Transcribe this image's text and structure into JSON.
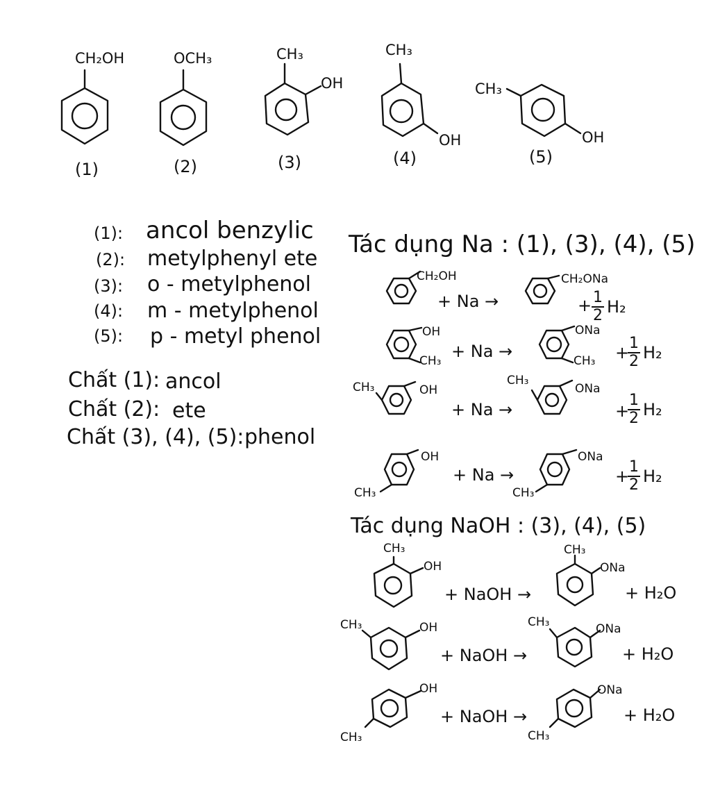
{
  "structures": {
    "s1": {
      "sub": "CH₂OH",
      "num": "(1)"
    },
    "s2": {
      "sub": "OCH₃",
      "num": "(2)"
    },
    "s3": {
      "sub1": "CH₃",
      "sub2": "OH",
      "num": "(3)"
    },
    "s4": {
      "sub1": "CH₃",
      "sub2": "OH",
      "num": "(4)"
    },
    "s5": {
      "sub1": "CH₃",
      "sub2": "OH",
      "num": "(5)"
    }
  },
  "names": [
    {
      "num": "(1):",
      "text": "ancol benzylic"
    },
    {
      "num": "(2):",
      "text": "metylphenyl ete"
    },
    {
      "num": "(3):",
      "text": "o - metylphenol"
    },
    {
      "num": "(4):",
      "text": "m - metylphenol"
    },
    {
      "num": "(5):",
      "text": "p - metyl phenol"
    }
  ],
  "classes": [
    {
      "label": "Chất (1):",
      "value": "ancol"
    },
    {
      "label": "Chất (2):",
      "value": "ete"
    },
    {
      "label": "Chất (3), (4), (5):",
      "value": "phenol"
    }
  ],
  "na_section": {
    "heading": "Tác dụng Na : (1), (3), (4), (5)",
    "reagent": "+ Na →",
    "half": {
      "num": "1",
      "den": "2"
    },
    "h2": "H₂",
    "plus": "+",
    "r1": {
      "left": "CH₂OH",
      "right": "CH₂ONa"
    },
    "oh": "OH",
    "ona": "ONa",
    "ch3": "CH₃"
  },
  "naoh_section": {
    "heading": "Tác dụng NaOH : (3), (4), (5)",
    "reagent": "+ NaOH →",
    "water": "+ H₂O"
  }
}
